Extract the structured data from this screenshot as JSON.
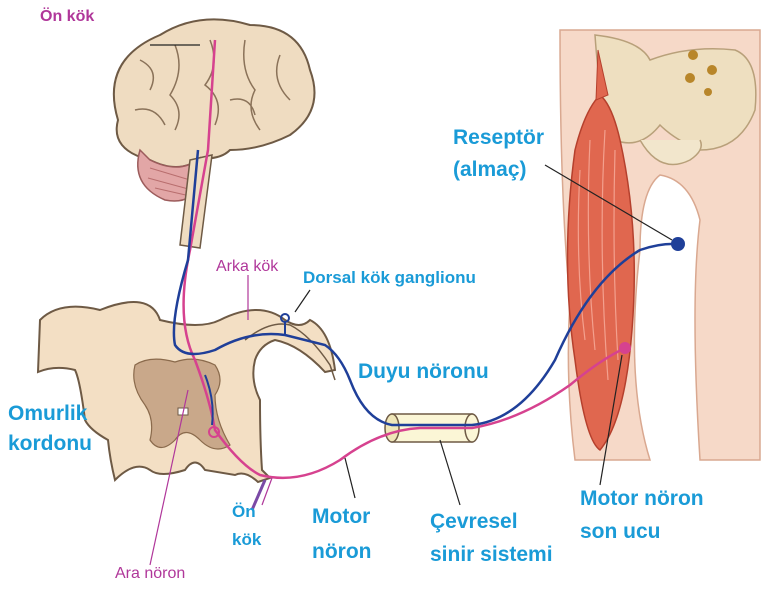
{
  "labels": {
    "on_kok_top": "Ön kök",
    "arka_kok": "Arka kök",
    "dorsal_kok_ganglionu": "Dorsal kök ganglionu",
    "reseptor_line1": "Reseptör",
    "reseptor_line2": "(almaç)",
    "duyu_noronu": "Duyu nöronu",
    "omurlik_line1": "Omurlik",
    "omurlik_line2": "kordonu",
    "on_kok_bottom_line1": "Ön",
    "on_kok_bottom_line2": "kök",
    "motor_noron_line1": "Motor",
    "motor_noron_line2": "nöron",
    "cevresel_line1": "Çevresel",
    "cevresel_line2": "sinir sistemi",
    "motor_son_line1": "Motor nöron",
    "motor_son_line2": "son ucu",
    "ara_noron": "Ara nöron"
  },
  "colors": {
    "sensory_neuron": "#1f3f99",
    "motor_neuron": "#d6428f",
    "label_blue": "#1a9bd7",
    "label_magenta": "#b0379a",
    "brain": "#efdcc1",
    "cerebellum": "#e2a6a6",
    "spinal_cord": "#f3dfc4",
    "gray_matter": "#c9a88a",
    "muscle": "#e0674f",
    "skin": "#f6d9c8",
    "bone": "#eedfc0"
  }
}
